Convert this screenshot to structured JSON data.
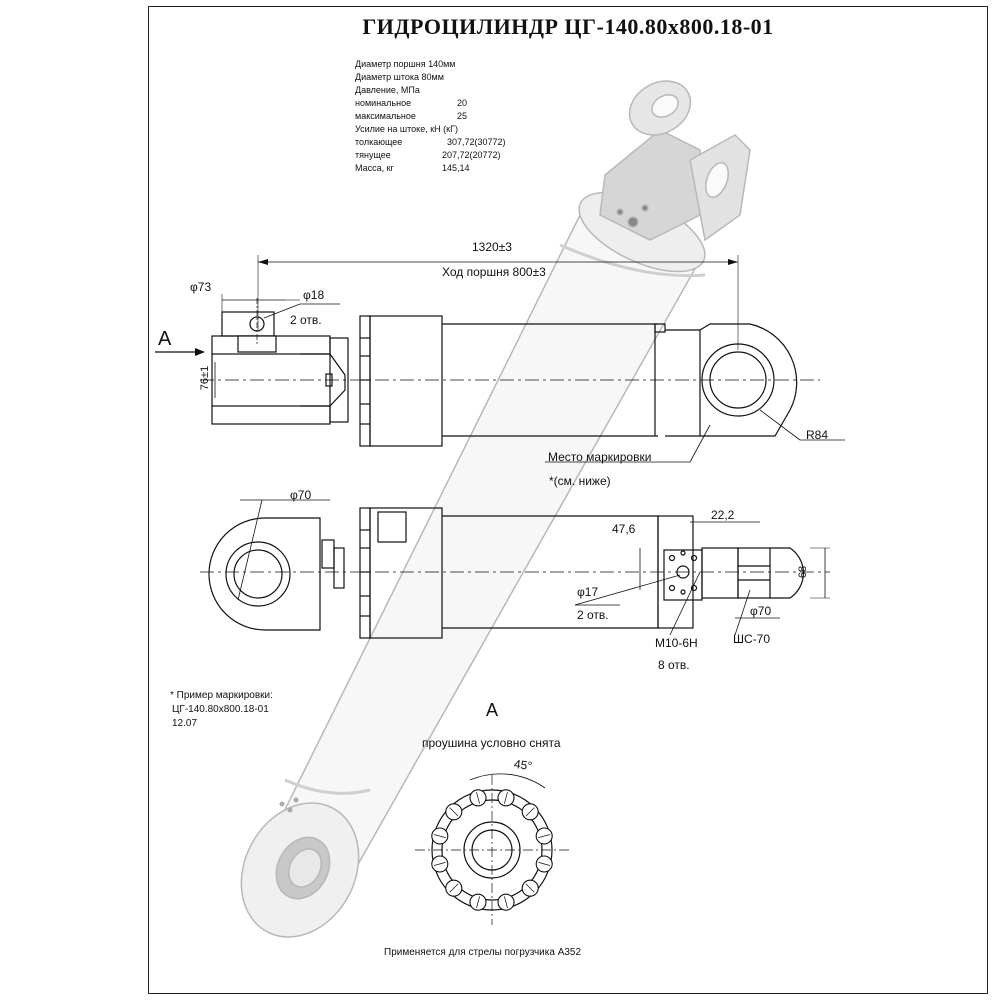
{
  "title": "ГИДРОЦИЛИНДР  ЦГ-140.80х800.18-01",
  "specs": {
    "piston_diameter": "Диаметр поршня 140мм",
    "rod_diameter": "Диаметр штока 80мм",
    "pressure": "Давление, МПа",
    "nominal_label": "номинальное",
    "nominal_value": "20",
    "max_label": "максимальное",
    "max_value": "25",
    "force": "Усилие на штоке, кН (кГ)",
    "push_label": "толкающее",
    "push_value": "307,72(30772)",
    "pull_label": "тянущее",
    "pull_value": "207,72(20772)",
    "mass_label": "Масса, кг",
    "mass_value": "145,14"
  },
  "dims": {
    "length": "1320±3",
    "stroke": "Ход поршня 800±3",
    "d73": "φ73",
    "d18": "φ18",
    "holes2": "2 отв.",
    "view_a": "A",
    "d76": "76±1",
    "r84": "R84",
    "marking_place": "Место маркировки",
    "marking_ref": "*(см. ниже)",
    "d70_left": "φ70",
    "d47": "47,6",
    "d22": "22,2",
    "d17": "φ17",
    "holes2b": "2 отв.",
    "d68": "68",
    "d70_right": "φ70",
    "m10": "М10-6Н",
    "holes8": "8 отв.",
    "shs": "ШС-70"
  },
  "marking_example": {
    "heading": "* Пример маркировки:",
    "line1": "ЦГ-140.80х800.18-01",
    "line2": "12.07"
  },
  "view_a": {
    "label": "A",
    "note": "проушина условно снята",
    "angle": "45°"
  },
  "footer": "Применяется для стрелы погрузчика А352"
}
